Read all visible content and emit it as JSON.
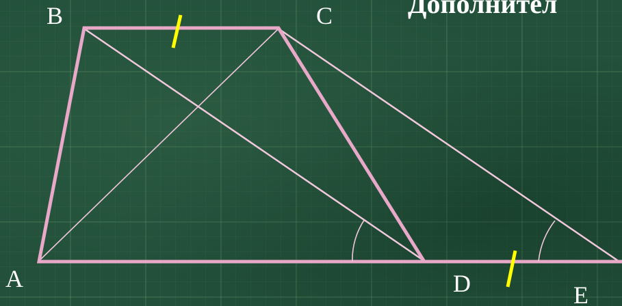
{
  "title": "Дополнител",
  "points": {
    "A": "A",
    "B": "B",
    "C": "C",
    "D": "D",
    "E": "E"
  },
  "colors": {
    "board": "#22503a",
    "figure_outline": "#e8a8c8",
    "thin_line": "#f2c8dc",
    "tick_mark": "#ffff00",
    "text": "#ffffff"
  }
}
